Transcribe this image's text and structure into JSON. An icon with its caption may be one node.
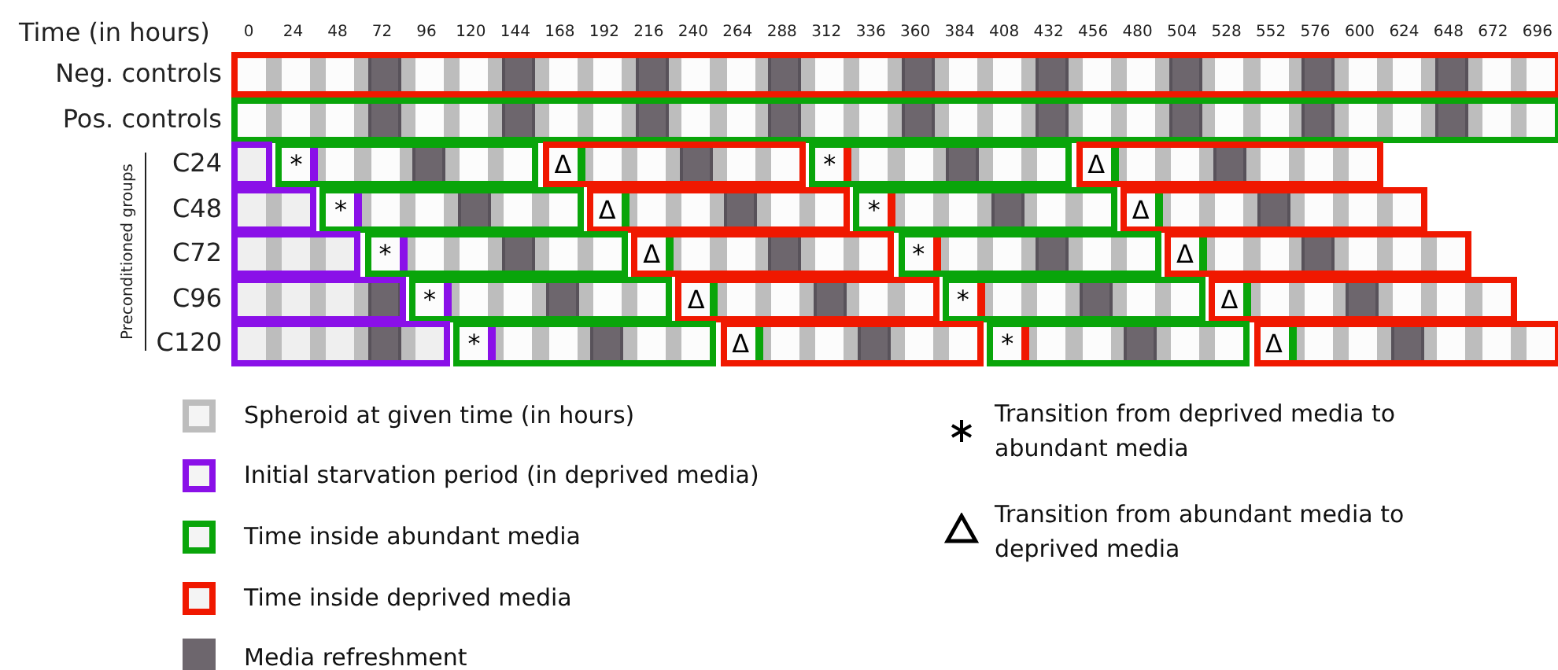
{
  "diagram": {
    "nodes": [
      {
        "text": [],
        "shape": "box"
      },
      {
        "text": [],
        "shape": "box"
      },
      {
        "text": [],
        "shape": "box"
      },
      {
        "text": [
          "*"
        ]
      },
      {
        "text": [
          "Δ"
        ]
      },
      {
        "text": [
          "*"
        ]
      },
      {
        "text": [
          "Δ"
        ]
      },
      {
        "text": [],
        "shape": "box"
      },
      {
        "text": [
          "*"
        ]
      },
      {
        "text": [
          "Δ"
        ]
      },
      {
        "text": [
          "*"
        ]
      },
      {
        "text": [
          "Δ"
        ]
      },
      {
        "text": [],
        "shape": "box"
      },
      {
        "text": [
          "*"
        ]
      },
      {
        "text": [
          "Δ"
        ]
      },
      {
        "text": [
          "*"
        ]
      },
      {
        "text": [
          "Δ"
        ]
      },
      {
        "text": [],
        "shape": "box"
      },
      {
        "text": [
          "*"
        ]
      },
      {
        "text": [
          "Δ"
        ]
      },
      {
        "text": [
          "*"
        ]
      },
      {
        "text": [
          "Δ"
        ]
      },
      {
        "text": [],
        "shape": "box"
      },
      {
        "text": [
          "*"
        ]
      },
      {
        "text": [
          "Δ"
        ]
      },
      {
        "text": [
          "*"
        ]
      },
      {
        "text": [
          "Δ"
        ]
      }
    ],
    "labels": [
      "Time (in hours)",
      "0",
      "24",
      "48",
      "72",
      "96",
      "120",
      "144",
      "168",
      "192",
      "216",
      "240",
      "264",
      "288",
      "312",
      "336",
      "360",
      "384",
      "408",
      "432",
      "456",
      "480",
      "504",
      "528",
      "552",
      "576",
      "600",
      "624",
      "648",
      "672",
      "696",
      "Neg. controls",
      "Pos. controls",
      "Preconditioned groups",
      "C24",
      "C48",
      "C72",
      "C96",
      "C120"
    ],
    "legend": [
      {
        "text": "Spheroid at given time (in hours)",
        "color": "#bdbdbd"
      },
      {
        "text": "Initial starvation period (in deprived media)",
        "color": "#8a10e8"
      },
      {
        "text": "Time inside abundant media",
        "color": "#09a50a"
      },
      {
        "text": "Time inside deprived media",
        "color": "#f01800"
      },
      {
        "text": "Media refreshment",
        "color": "#6d666d"
      },
      {
        "text": "Transition from deprived media to abundant media"
      },
      {
        "text": "Transition from abundant media to deprived media"
      }
    ]
  }
}
